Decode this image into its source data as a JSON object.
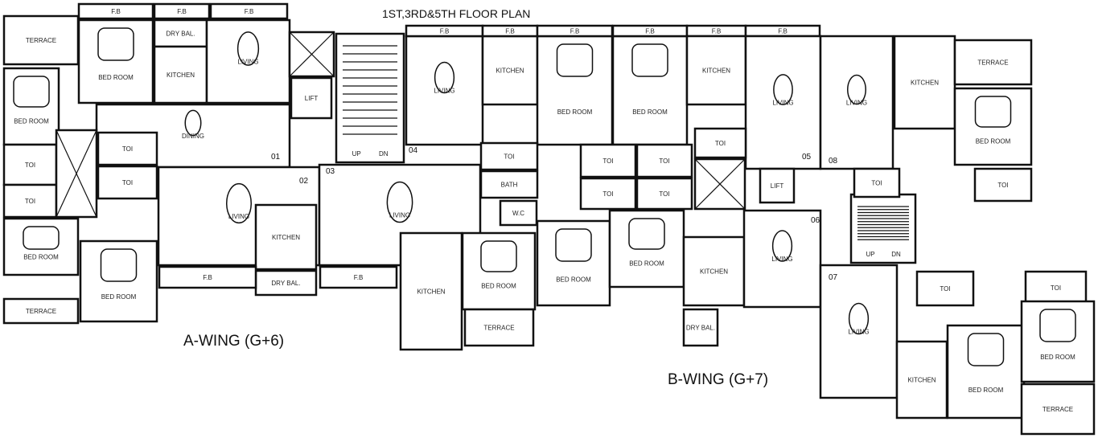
{
  "title": "1ST,3RD&5TH FLOOR PLAN",
  "wings": {
    "a": "A-WING  (G+6)",
    "b": "B-WING (G+7)"
  },
  "labels": {
    "living": "LIVING",
    "bedroom": "BED ROOM",
    "kitchen": "KITCHEN",
    "toilet": "TOI",
    "bath": "BATH",
    "wc": "W.C",
    "dining": "DINING",
    "lift": "LIFT",
    "up": "UP",
    "dn": "DN",
    "fb": "F.B",
    "terrace": "TERRACE",
    "dry_balcony": "DRY BAL."
  },
  "units": [
    "01",
    "02",
    "03",
    "04",
    "05",
    "06",
    "07",
    "08"
  ]
}
